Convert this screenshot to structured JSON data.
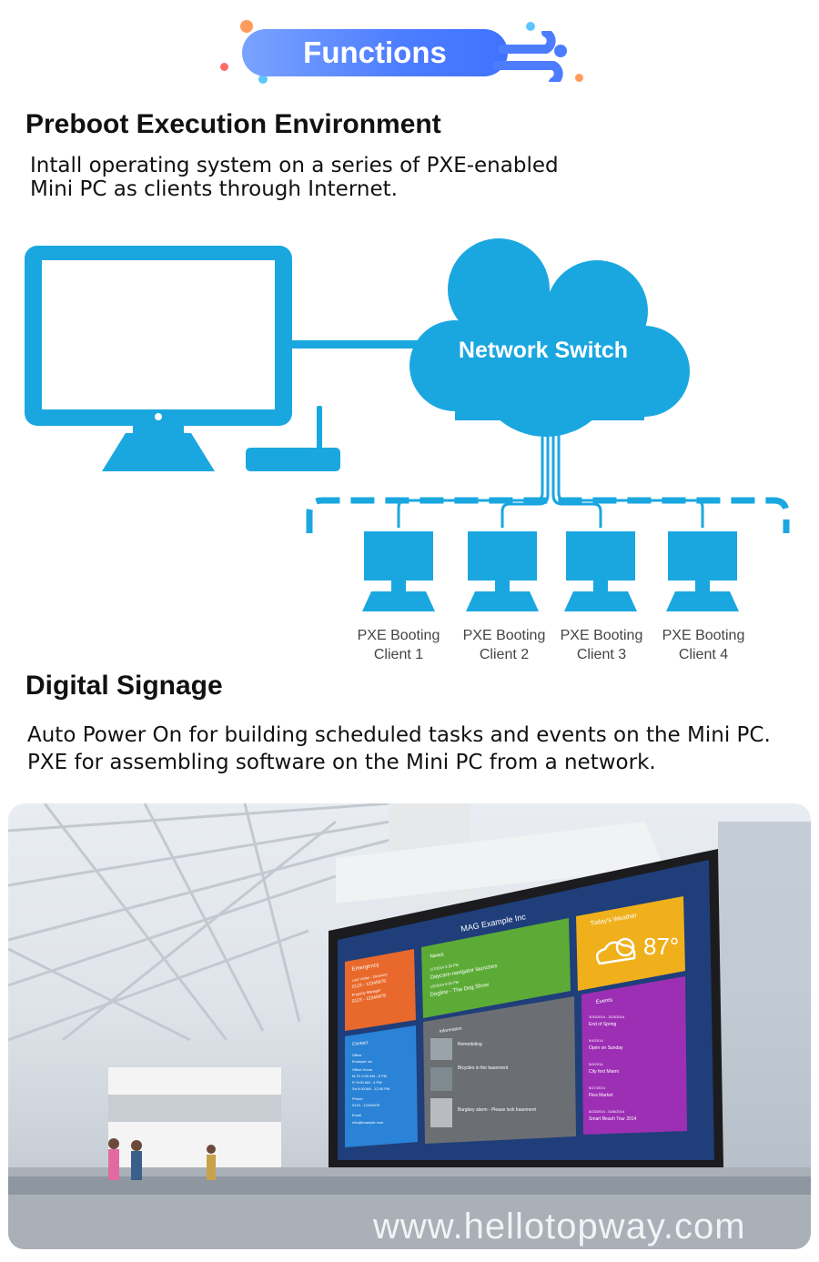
{
  "banner": {
    "title": "Functions"
  },
  "pxe": {
    "heading": "Preboot Execution Environment",
    "line1": "Intall operating system on a series of PXE-enabled",
    "line2": "Mini PC as clients through Internet."
  },
  "diagram": {
    "switch_label": "Network Switch",
    "clients": [
      {
        "line1": "PXE Booting",
        "line2": "Client 1"
      },
      {
        "line1": "PXE Booting",
        "line2": "Client 2"
      },
      {
        "line1": "PXE Booting",
        "line2": "Client 3"
      },
      {
        "line1": "PXE Booting",
        "line2": "Client 4"
      }
    ],
    "colors": {
      "accent": "#1aa7e0"
    }
  },
  "signage": {
    "heading": "Digital Signage",
    "line1": "Auto Power On for building scheduled tasks and events on the Mini PC.",
    "line2": "PXE for assembling software on the Mini PC from a network."
  },
  "screen": {
    "brand": "MAG Example Inc",
    "emergency_title": "Emergency",
    "emergency_line1": "Lost Visitor - Directory",
    "emergency_line2": "0123 - 12345678",
    "emergency_line3": "Property Manager",
    "emergency_line4": "0123 - 12345678",
    "news_title": "News",
    "news_date1": "1/7/2014 3:30 PM",
    "news_item1": "Daycare-navigator launches",
    "news_date2": "1/5/2014 6:05 PM",
    "news_item2": "Dogline - The Dog Show",
    "weather_title": "Today's Weather",
    "weather_temp": "87°",
    "contact_title": "Contact",
    "contact_office": "Office",
    "contact_company": "Example Inc",
    "contact_hours": "Office Hours",
    "contact_h1": "M-Th 9:00 AM - 5 PM",
    "contact_h2": "Fr 9:00 AM - 4 PM",
    "contact_h3": "Sa 9:00 AM - 12:00 PM",
    "contact_phone_label": "Phone",
    "contact_phone": "0123 - 12345678",
    "contact_email_label": "Email",
    "contact_email": "info@example.com",
    "info_title": "Information",
    "info_item1": "Remodeling",
    "info_item2": "Bicycles in the basement",
    "info_item3": "Burglary alarm - Please lock basement",
    "events_title": "Events",
    "event1_date": "3/20/2014 - 3/23/2014",
    "event1": "End of Spring",
    "event2_date": "5/4/2014",
    "event2": "Open on Sunday",
    "event3_date": "5/9/2014",
    "event3": "City fest Miami",
    "event4_date": "5/17/2014",
    "event4": "Flea Market",
    "event5_date": "5/23/2014 - 5/26/2014",
    "event5": "Smart Beach Tour 2014"
  },
  "watermark": "www.hellotopway.com"
}
